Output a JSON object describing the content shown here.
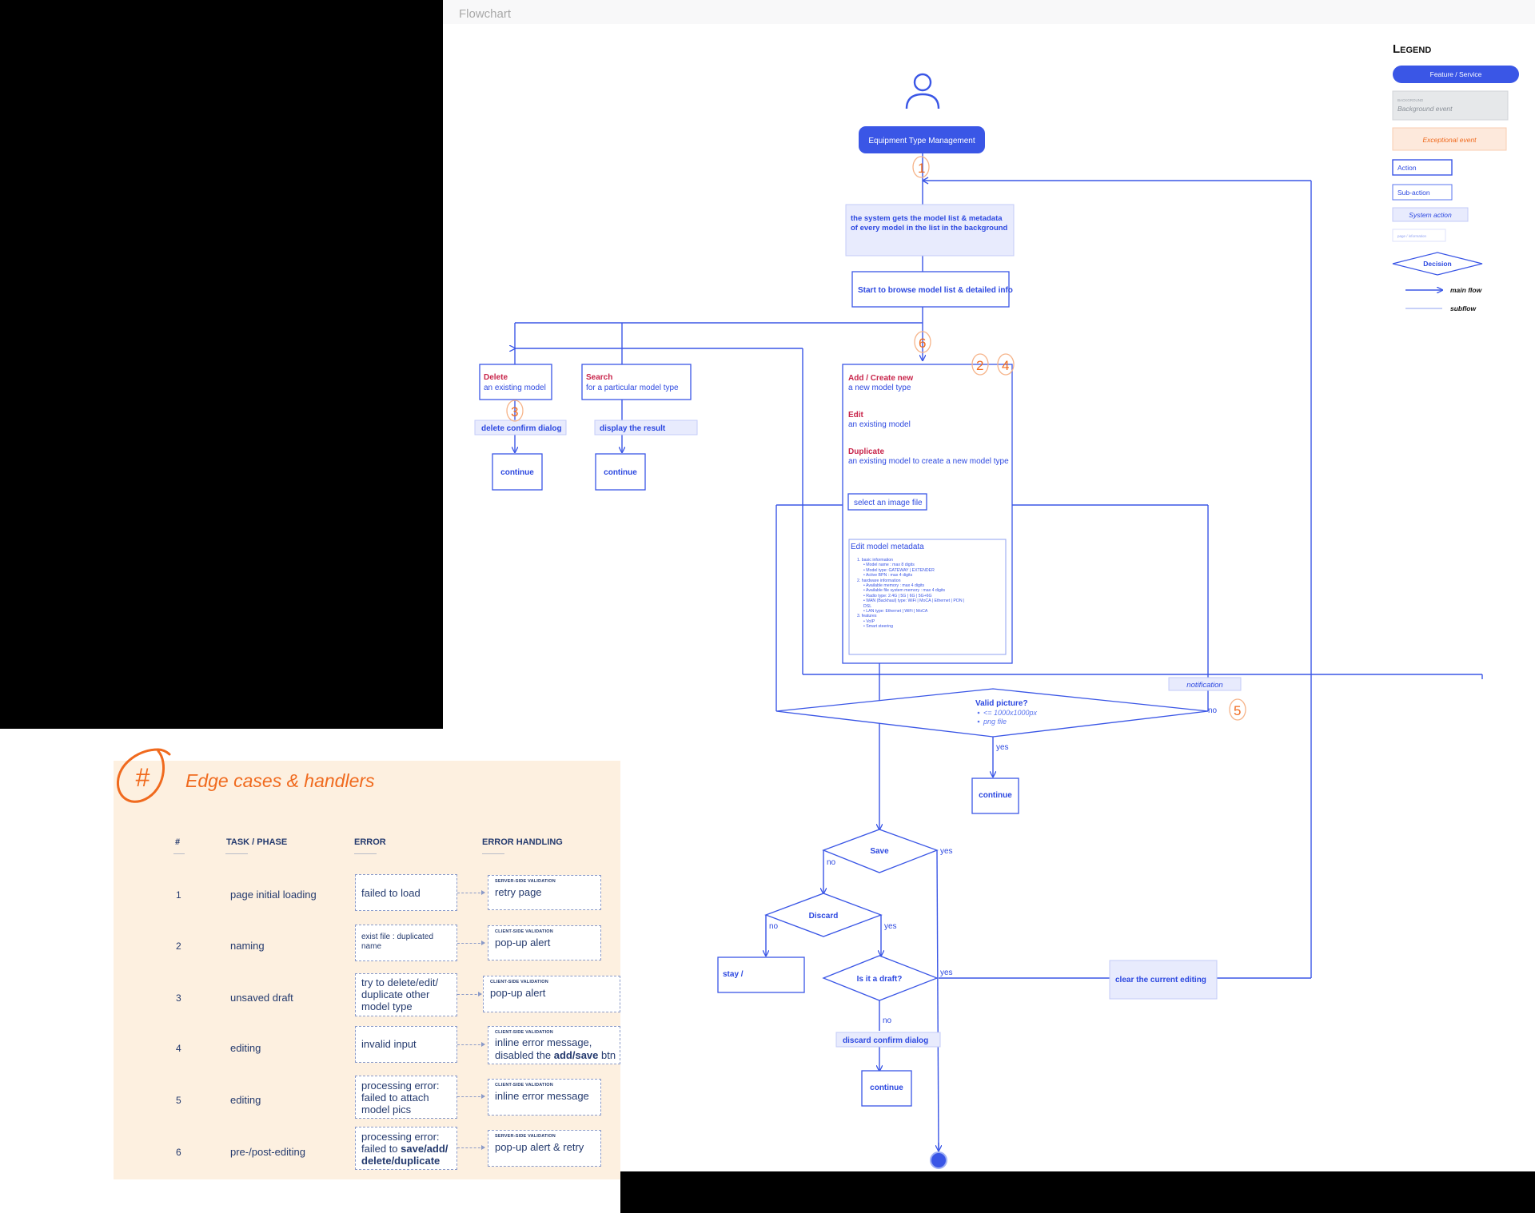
{
  "flowchart": {
    "header_title": "Flowchart",
    "start_node": "Equipment Type Management",
    "system_step": "the system gets the model list & metadata of every model in the list in the background",
    "browse_step": "Start to browse model list & detailed info",
    "delete": {
      "title": "Delete",
      "sub": "an existing model",
      "sub_action": "delete confirm dialog",
      "continue": "continue"
    },
    "search": {
      "title": "Search",
      "sub": "for a particular model type",
      "sub_action": "display the result",
      "continue": "continue"
    },
    "add_block": {
      "add_title": "Add / Create new",
      "add_sub": "a new model type",
      "edit_title": "Edit",
      "edit_sub": "an existing model",
      "dup_title": "Duplicate",
      "dup_sub": "an existing model to create a new model type",
      "select_image": "select an image file",
      "metadata_title": "Edit model metadata",
      "metadata_lines": [
        "1. basic information",
        "• Model name : max 8 digits",
        "• Model type: GATEWAY | EXTENDER",
        "• Active BPN : max 4 digits",
        "2. hardware information",
        "• Available memory : max 4 digits",
        "• Available file system memory : max 4 digits",
        "• Radio type: 2.4G | 5G | 6G | 5G+6G",
        "• WAN (Backhaul) type: WiFi | MoCA | Ethernet | PON |",
        "DSL",
        "• LAN type: Ethernet | WiFi | MoCA",
        "3. features",
        "• VoIP",
        "• Smart steering"
      ]
    },
    "notification": "notification",
    "valid_picture": {
      "title": "Valid picture?",
      "cond1": "<= 1000x1000px",
      "cond2": "png file",
      "yes": "yes",
      "no": "no"
    },
    "continue_label": "continue",
    "save": {
      "title": "Save",
      "yes": "yes",
      "no": "no"
    },
    "discard": {
      "title": "Discard",
      "yes": "yes",
      "no": "no"
    },
    "stay": "stay /",
    "is_draft": {
      "title": "Is it a draft?",
      "yes": "yes",
      "no": "no"
    },
    "clear_editing": "clear the current editing",
    "discard_dialog": "discard confirm dialog",
    "markers": [
      "1",
      "6",
      "2",
      "4",
      "3",
      "5"
    ],
    "legend": {
      "title": "Legend",
      "feature": "Feature / Service",
      "background_tag": "BACKGROUND",
      "background": "Background event",
      "exceptional": "Exceptional event",
      "action": "Action",
      "sub_action": "Sub-action",
      "system_action": "System action",
      "page": "page / information",
      "decision": "Decision",
      "main_flow": "main flow",
      "subflow": "subflow"
    },
    "colors": {
      "primary": "#3a56e6",
      "marker": "#f06a1e",
      "highlight": "#c8244a"
    }
  },
  "edge_cases": {
    "title": "Edge cases & handlers",
    "badge": "#",
    "headers": {
      "num": "#",
      "task": "TASK / PHASE",
      "error": "ERROR",
      "handling": "ERROR HANDLING"
    },
    "rows": [
      {
        "num": "1",
        "task": "page initial loading",
        "error": "failed to load",
        "tag": "SERVER-SIDE VALIDATION",
        "handling": "retry page"
      },
      {
        "num": "2",
        "task": "naming",
        "error": "exist file : duplicated name",
        "tag": "CLIENT-SIDE VALIDATION",
        "handling": "pop-up alert"
      },
      {
        "num": "3",
        "task": "unsaved draft",
        "error": "try to delete/edit/ duplicate other model type",
        "tag": "CLIENT-SIDE VALIDATION",
        "handling": "pop-up alert"
      },
      {
        "num": "4",
        "task": "editing",
        "error": "invalid input",
        "tag": "CLIENT-SIDE VALIDATION",
        "handling": "inline error message,",
        "handling2_pre": " disabled  the ",
        "handling2_bold": "add/save",
        "handling2_post": " btn"
      },
      {
        "num": "5",
        "task": "editing",
        "error": "processing error: failed to attach model pics",
        "tag": "CLIENT-SIDE VALIDATION",
        "handling": "inline error message"
      },
      {
        "num": "6",
        "task": "pre-/post-editing",
        "error_pre": "processing error: failed to ",
        "error_bold": "save/add/ delete/duplicate",
        "tag": "SERVER-SIDE VALIDATION",
        "handling": "pop-up alert & retry"
      }
    ]
  }
}
